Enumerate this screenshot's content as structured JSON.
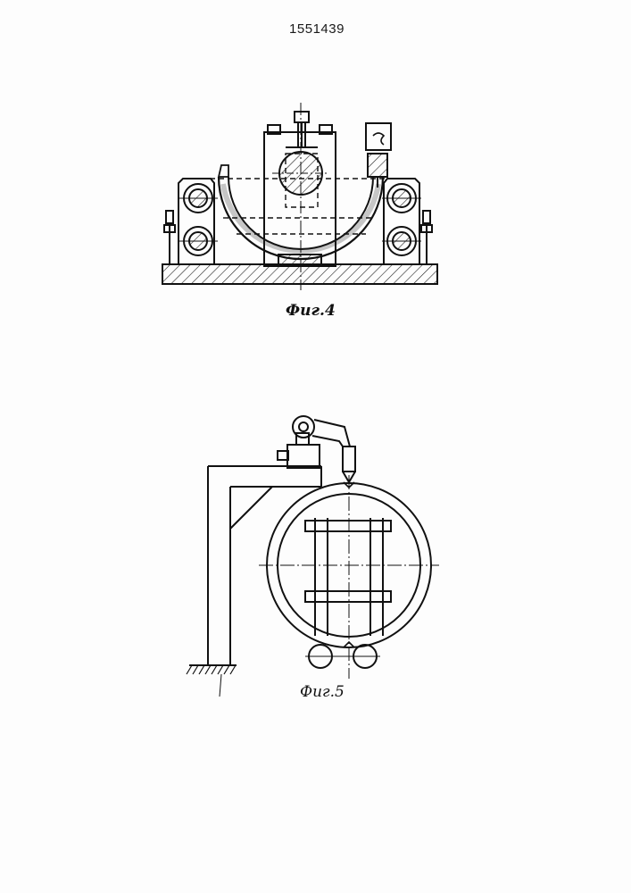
{
  "header": {
    "patent_number": "1551439"
  },
  "figures": {
    "fig4": {
      "caption": "Фиг.4"
    },
    "fig5": {
      "caption": "Фиг.5"
    }
  }
}
